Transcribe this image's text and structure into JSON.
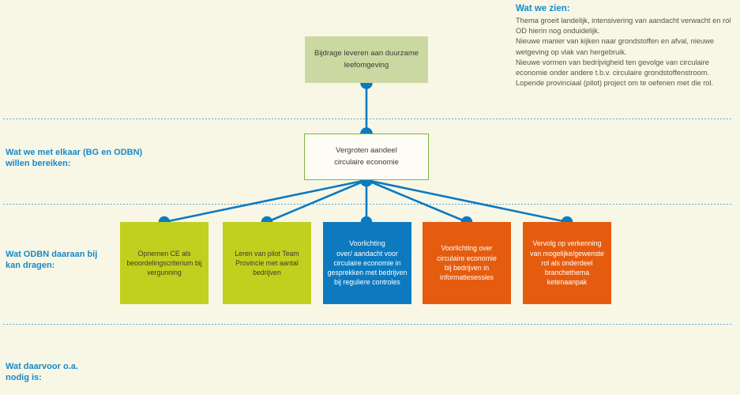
{
  "colors": {
    "background": "#f8f7e6",
    "connector_blue": "#0d7ac0",
    "label_blue": "#1589cb",
    "box_lime": "#c1d01e",
    "box_blue": "#0d7ac0",
    "box_orange": "#e55c0f",
    "box_sage": "#ccd8a2",
    "goal_border_green": "#7fb43e",
    "body_text": "#54534b",
    "divider_blue": "#58a6d8"
  },
  "observations": {
    "heading": "Wat we zien:",
    "lines": [
      "Thema groeit landelijk, intensivering van aandacht verwacht en rol OD hierin nog onduidelijk.",
      "Nieuwe manier van kijken naar grondstoffen en afval, nieuwe wetgeving op vlak van hergebruik.",
      "Nieuwe vormen van bedrijvigheid ten gevolge van circulaire economie onder andere t.b.v. circulaire grondstoffenstroom.",
      "Lopende provinciaal (pilot) project om te oefenen met die rol."
    ]
  },
  "row_labels": {
    "goal": "Wat we met elkaar (BG en ODBN)\nwillen bereiken:",
    "contribution": "Wat ODBN daaraan bij\nkan dragen:",
    "needs": "Wat daarvoor o.a.\nnodig is:"
  },
  "diagram": {
    "mission": {
      "label": "Bijdrage leveren aan duurzame\nleefomgeving"
    },
    "goal": {
      "label": "Vergroten aandeel\ncirculaire economie"
    },
    "contributions": [
      {
        "label": "Opnemen CE als\nbeoordelingscriterium bij\nvergunning",
        "color": "lime"
      },
      {
        "label": "Leren van pilot Team\nProvincie met aantal\nbedrijven",
        "color": "lime"
      },
      {
        "label": "Voorlichting\nover/ aandacht voor\ncirculaire economie in\ngesprekken met bedrijven\nbij reguliere controles",
        "color": "blue"
      },
      {
        "label": "Voorlichting over\ncirculaire economie\nbij bedrijven in\ninformatiesessies",
        "color": "orange"
      },
      {
        "label": "Vervolg op verkenning\nvan mogelijke/gewenste\nrol als onderdeel\nbranchethema\nketenaanpak",
        "color": "orange"
      }
    ]
  }
}
